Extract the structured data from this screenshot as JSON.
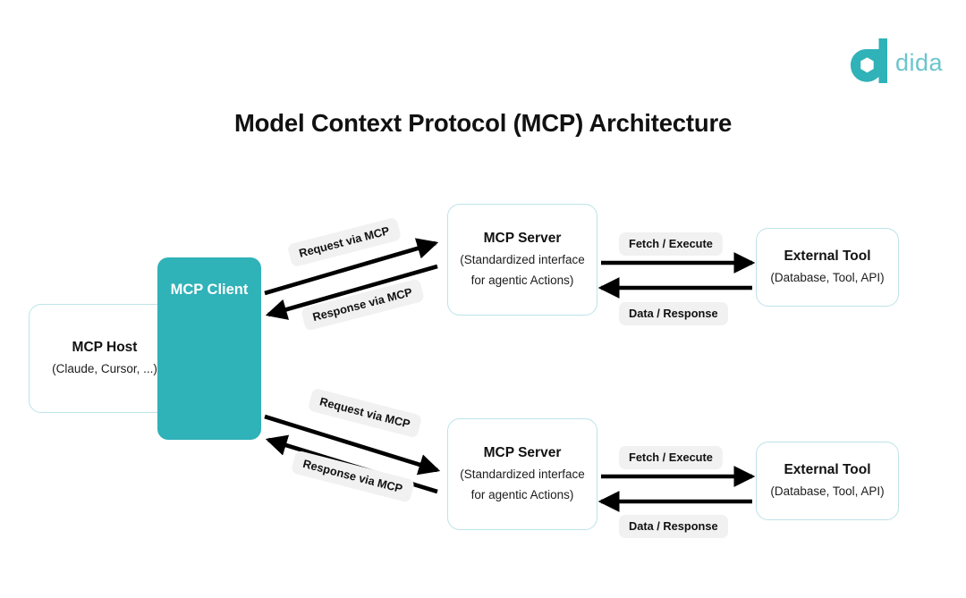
{
  "brand": {
    "logo_icon": "dida-hexagon-d-logo",
    "name": "dida",
    "color": "#2fb2b8",
    "text_color": "#6cc5cc"
  },
  "title": "Model Context Protocol (MCP) Architecture",
  "colors": {
    "accent_teal": "#2fb2b8",
    "box_border": "#bde3e8",
    "pill_bg": "#f1f1f1",
    "arrow": "#000000",
    "text": "#111111",
    "background": "#ffffff"
  },
  "nodes": {
    "host": {
      "title": "MCP Host",
      "subtitle": "(Claude, Cursor, ...)"
    },
    "client": {
      "title": "MCP Client"
    },
    "server_top": {
      "title": "MCP Server",
      "subtitle_line1": "(Standardized interface",
      "subtitle_line2": "for agentic Actions)"
    },
    "server_bottom": {
      "title": "MCP Server",
      "subtitle_line1": "(Standardized interface",
      "subtitle_line2": "for agentic Actions)"
    },
    "tool_top": {
      "title": "External Tool",
      "subtitle": "(Database, Tool, API)"
    },
    "tool_bottom": {
      "title": "External Tool",
      "subtitle": "(Database, Tool, API)"
    }
  },
  "edges": {
    "client_server_top_request": "Request via MCP",
    "client_server_top_response": "Response via MCP",
    "client_server_bottom_request": "Request via MCP",
    "client_server_bottom_response": "Response via MCP",
    "server_tool_top_fetch": "Fetch / Execute",
    "server_tool_top_data": "Data / Response",
    "server_tool_bottom_fetch": "Fetch / Execute",
    "server_tool_bottom_data": "Data / Response"
  }
}
